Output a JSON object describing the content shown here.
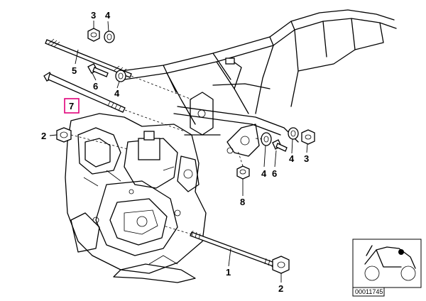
{
  "parts": {
    "p1": "1",
    "p2a": "2",
    "p2b": "2",
    "p3a": "3",
    "p3b": "3",
    "p4a": "4",
    "p4b": "4",
    "p4c": "4",
    "p4d": "4",
    "p5": "5",
    "p6a": "6",
    "p6b": "6",
    "p7": "7",
    "p8": "8"
  },
  "highlighted_part": "7",
  "highlight_color": "#e0007a",
  "thumbnail": {
    "reference": "00011745"
  }
}
